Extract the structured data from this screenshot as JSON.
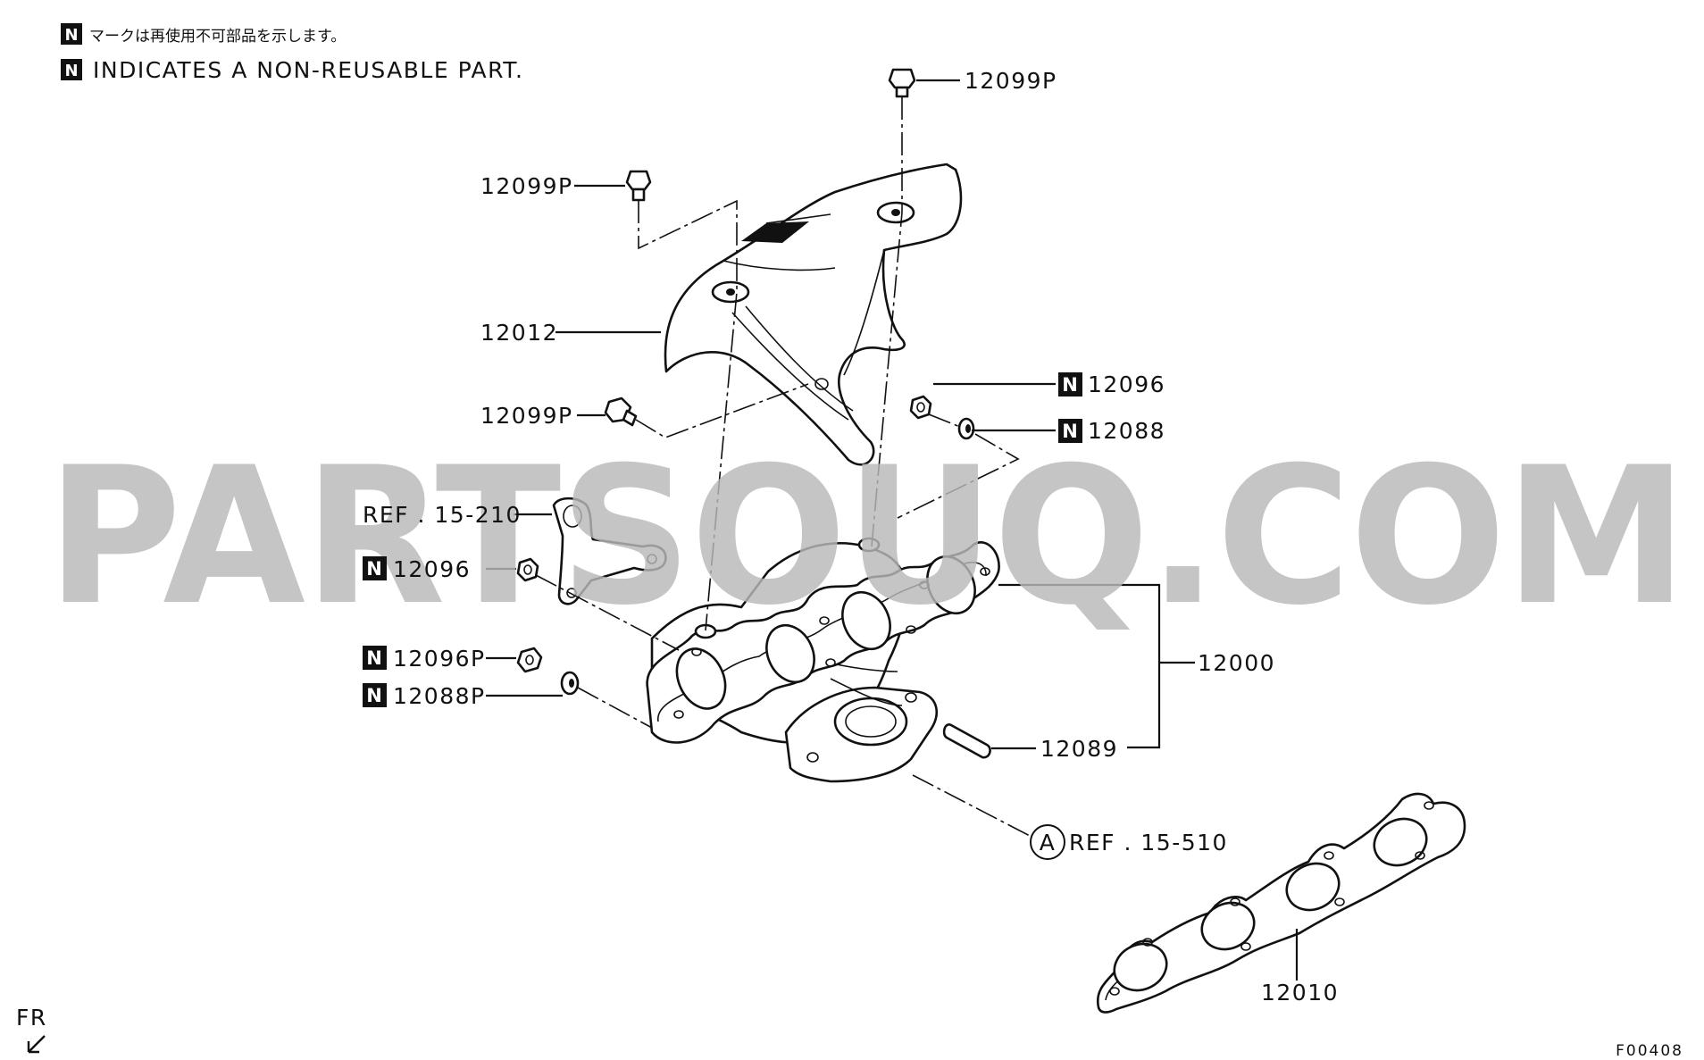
{
  "notes": {
    "badge": "N",
    "japanese": "マークは再使用不可部品を示します。",
    "english": "INDICATES A NON-REUSABLE PART."
  },
  "watermark": "PARTSOUQ.COM",
  "callouts": {
    "bolt_top_right": "12099P",
    "bolt_top_left": "12099P",
    "heat_insulator": "12012",
    "bolt_side": "12099P",
    "nut_right": "12096",
    "washer_right": "12088",
    "bracket_ref": "REF . 15-210",
    "nut_left": "12096",
    "nut_p": "12096P",
    "washer_p": "12088P",
    "manifold": "12000",
    "stud": "12089",
    "ref_circle_letter": "A",
    "ref_circle_text": "REF . 15-510",
    "gasket": "12010"
  },
  "direction": {
    "label": "FR"
  },
  "figure_code": "F00408"
}
